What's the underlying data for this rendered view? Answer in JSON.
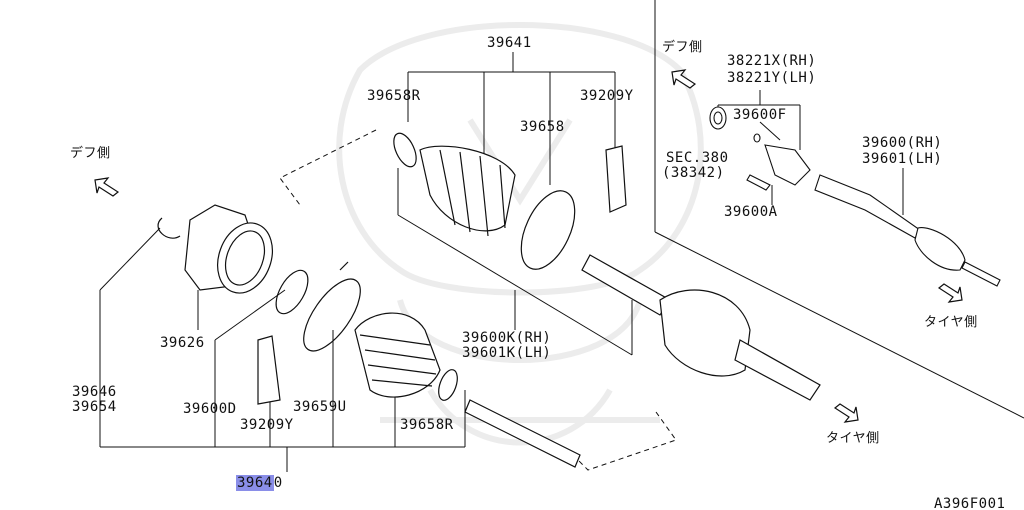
{
  "labels": {
    "p39641": "39641",
    "p39658r_top": "39658R",
    "p39209y_top": "39209Y",
    "p39658": "39658",
    "p39600k": "39600K(RH)",
    "p39601k": "39601K(LH)",
    "p39626": "39626",
    "p39646": "39646",
    "p39654": "39654",
    "p39600d": "39600D",
    "p39209y_bot": "39209Y",
    "p39659u": "39659U",
    "p39658r_bot": "39658R",
    "p39640_hl": "3964",
    "p39640_tail": "0",
    "p38221x": "38221X(RH)",
    "p38221y": "38221Y(LH)",
    "p39600f": "39600F",
    "sec380": "SEC.380",
    "sec38342": "(38342)",
    "p39600a": "39600A",
    "p39600rh": "39600(RH)",
    "p39601lh": "39601(LH)",
    "diff_left": "デフ側",
    "diff_right": "デフ側",
    "tire_mid": "タイヤ側",
    "tire_right": "タイヤ側",
    "figure_code": "A396F001"
  },
  "colors": {
    "highlight": "#8a8ee8",
    "ink": "#111111"
  }
}
